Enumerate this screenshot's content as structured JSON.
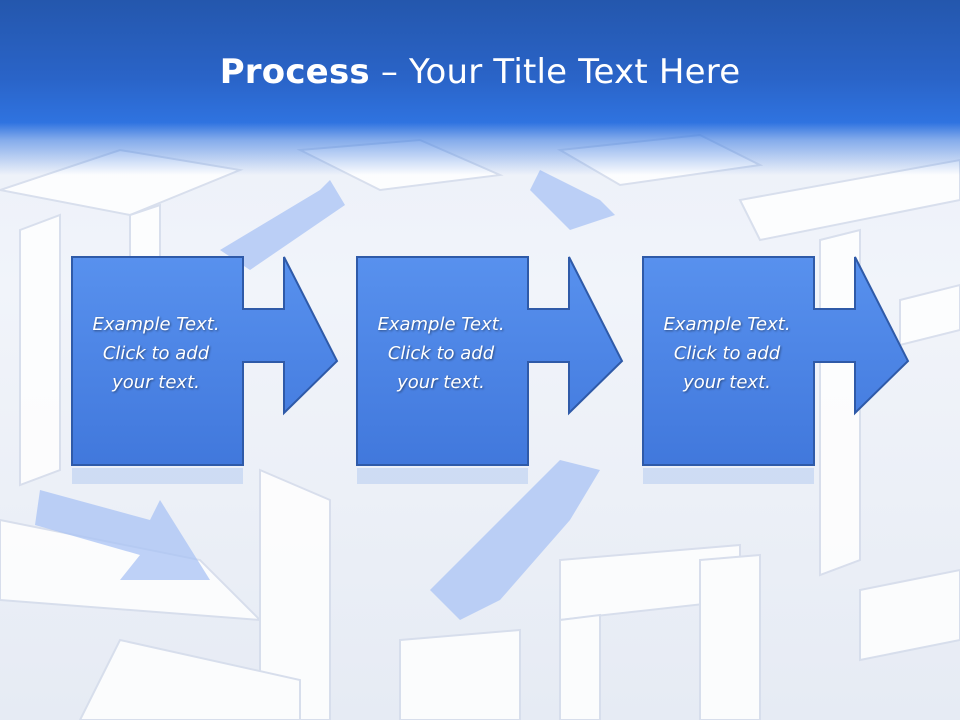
{
  "slide": {
    "title_bold": "Process",
    "title_rest": " – Your Title Text Here"
  },
  "steps": [
    {
      "text": "Example Text.\nClick  to add\nyour text."
    },
    {
      "text": "Example Text.\nClick  to add\nyour text."
    },
    {
      "text": "Example Text.\nClick  to add\nyour text."
    }
  ],
  "colors": {
    "header_blue": "#2a64c8",
    "shape_fill": "#4a84e6",
    "shape_border": "#2f5aa8",
    "text": "#ffffff"
  }
}
